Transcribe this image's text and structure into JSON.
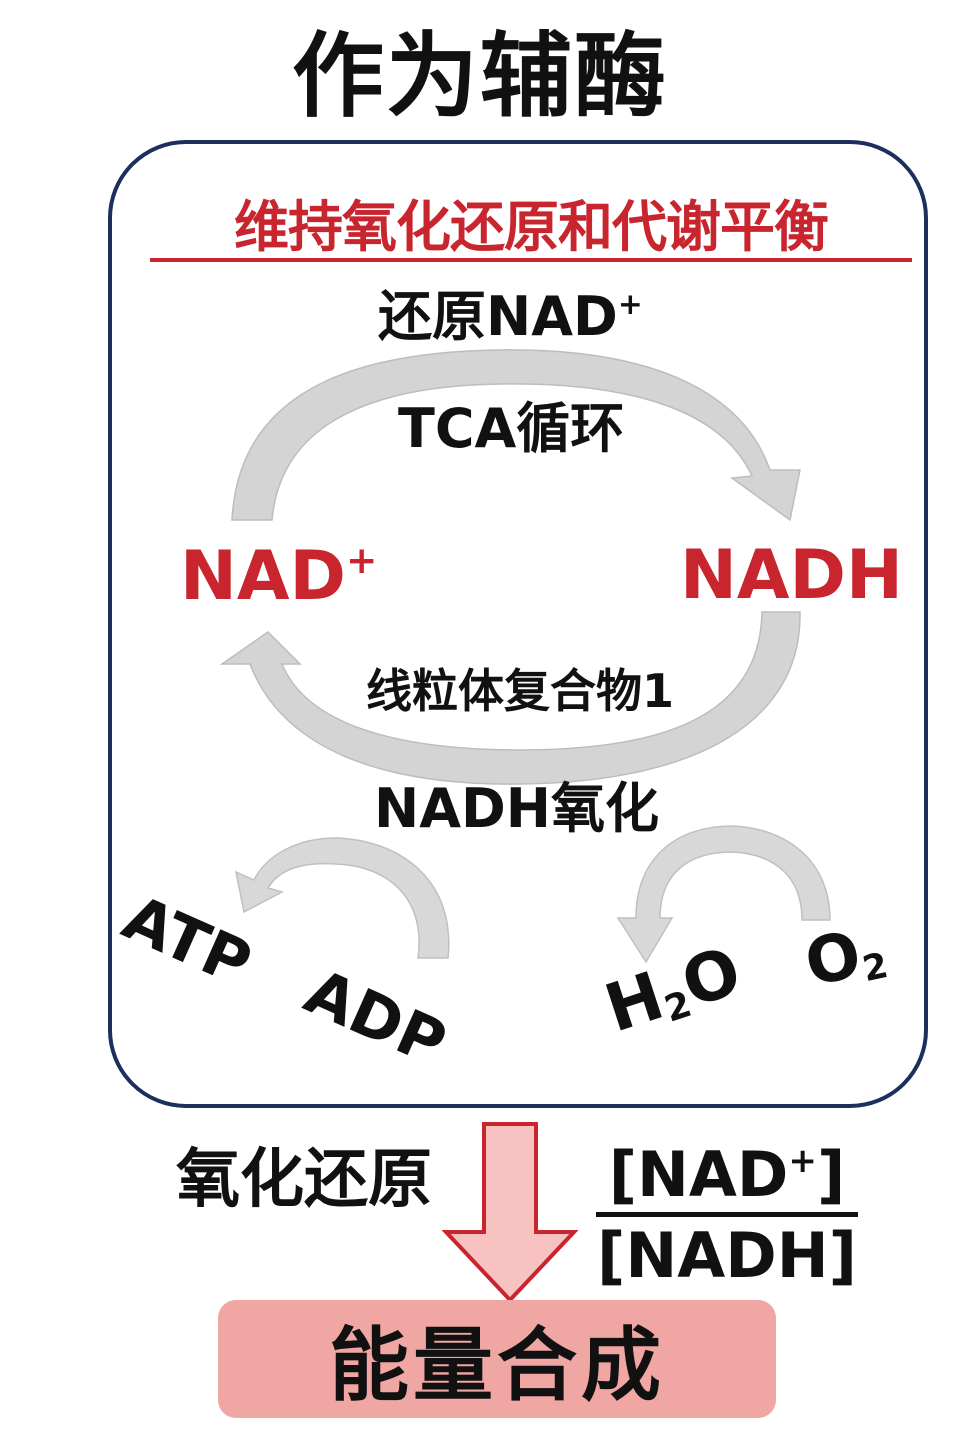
{
  "title": "作为辅酶",
  "subtitle": "维持氧化还原和代谢平衡",
  "labels": {
    "reduce": "还原NAD",
    "reduce_sup": "+",
    "tca": "TCA循环",
    "nad_plus": "NAD",
    "nad_plus_sup": "+",
    "nadh": "NADH",
    "complex": "线粒体复合物1",
    "nadh_ox": "NADH氧化",
    "atp": "ATP",
    "adp": "ADP",
    "h2o_h": "H",
    "h2o_sub": "2",
    "h2o_o": "O",
    "o2_o": "O",
    "o2_sub": "2",
    "redox": "氧化还原",
    "ratio_num": "[NAD",
    "ratio_num_sup": "+",
    "ratio_num_close": "]",
    "ratio_den": "[NADH]",
    "energy": "能量合成"
  },
  "colors": {
    "accent_red": "#c8252e",
    "box_border": "#1d2f5c",
    "arrow_gray": "#d2d2d2",
    "energy_fill": "#f0a6a2",
    "down_arrow_fill": "#f7c2bf"
  }
}
